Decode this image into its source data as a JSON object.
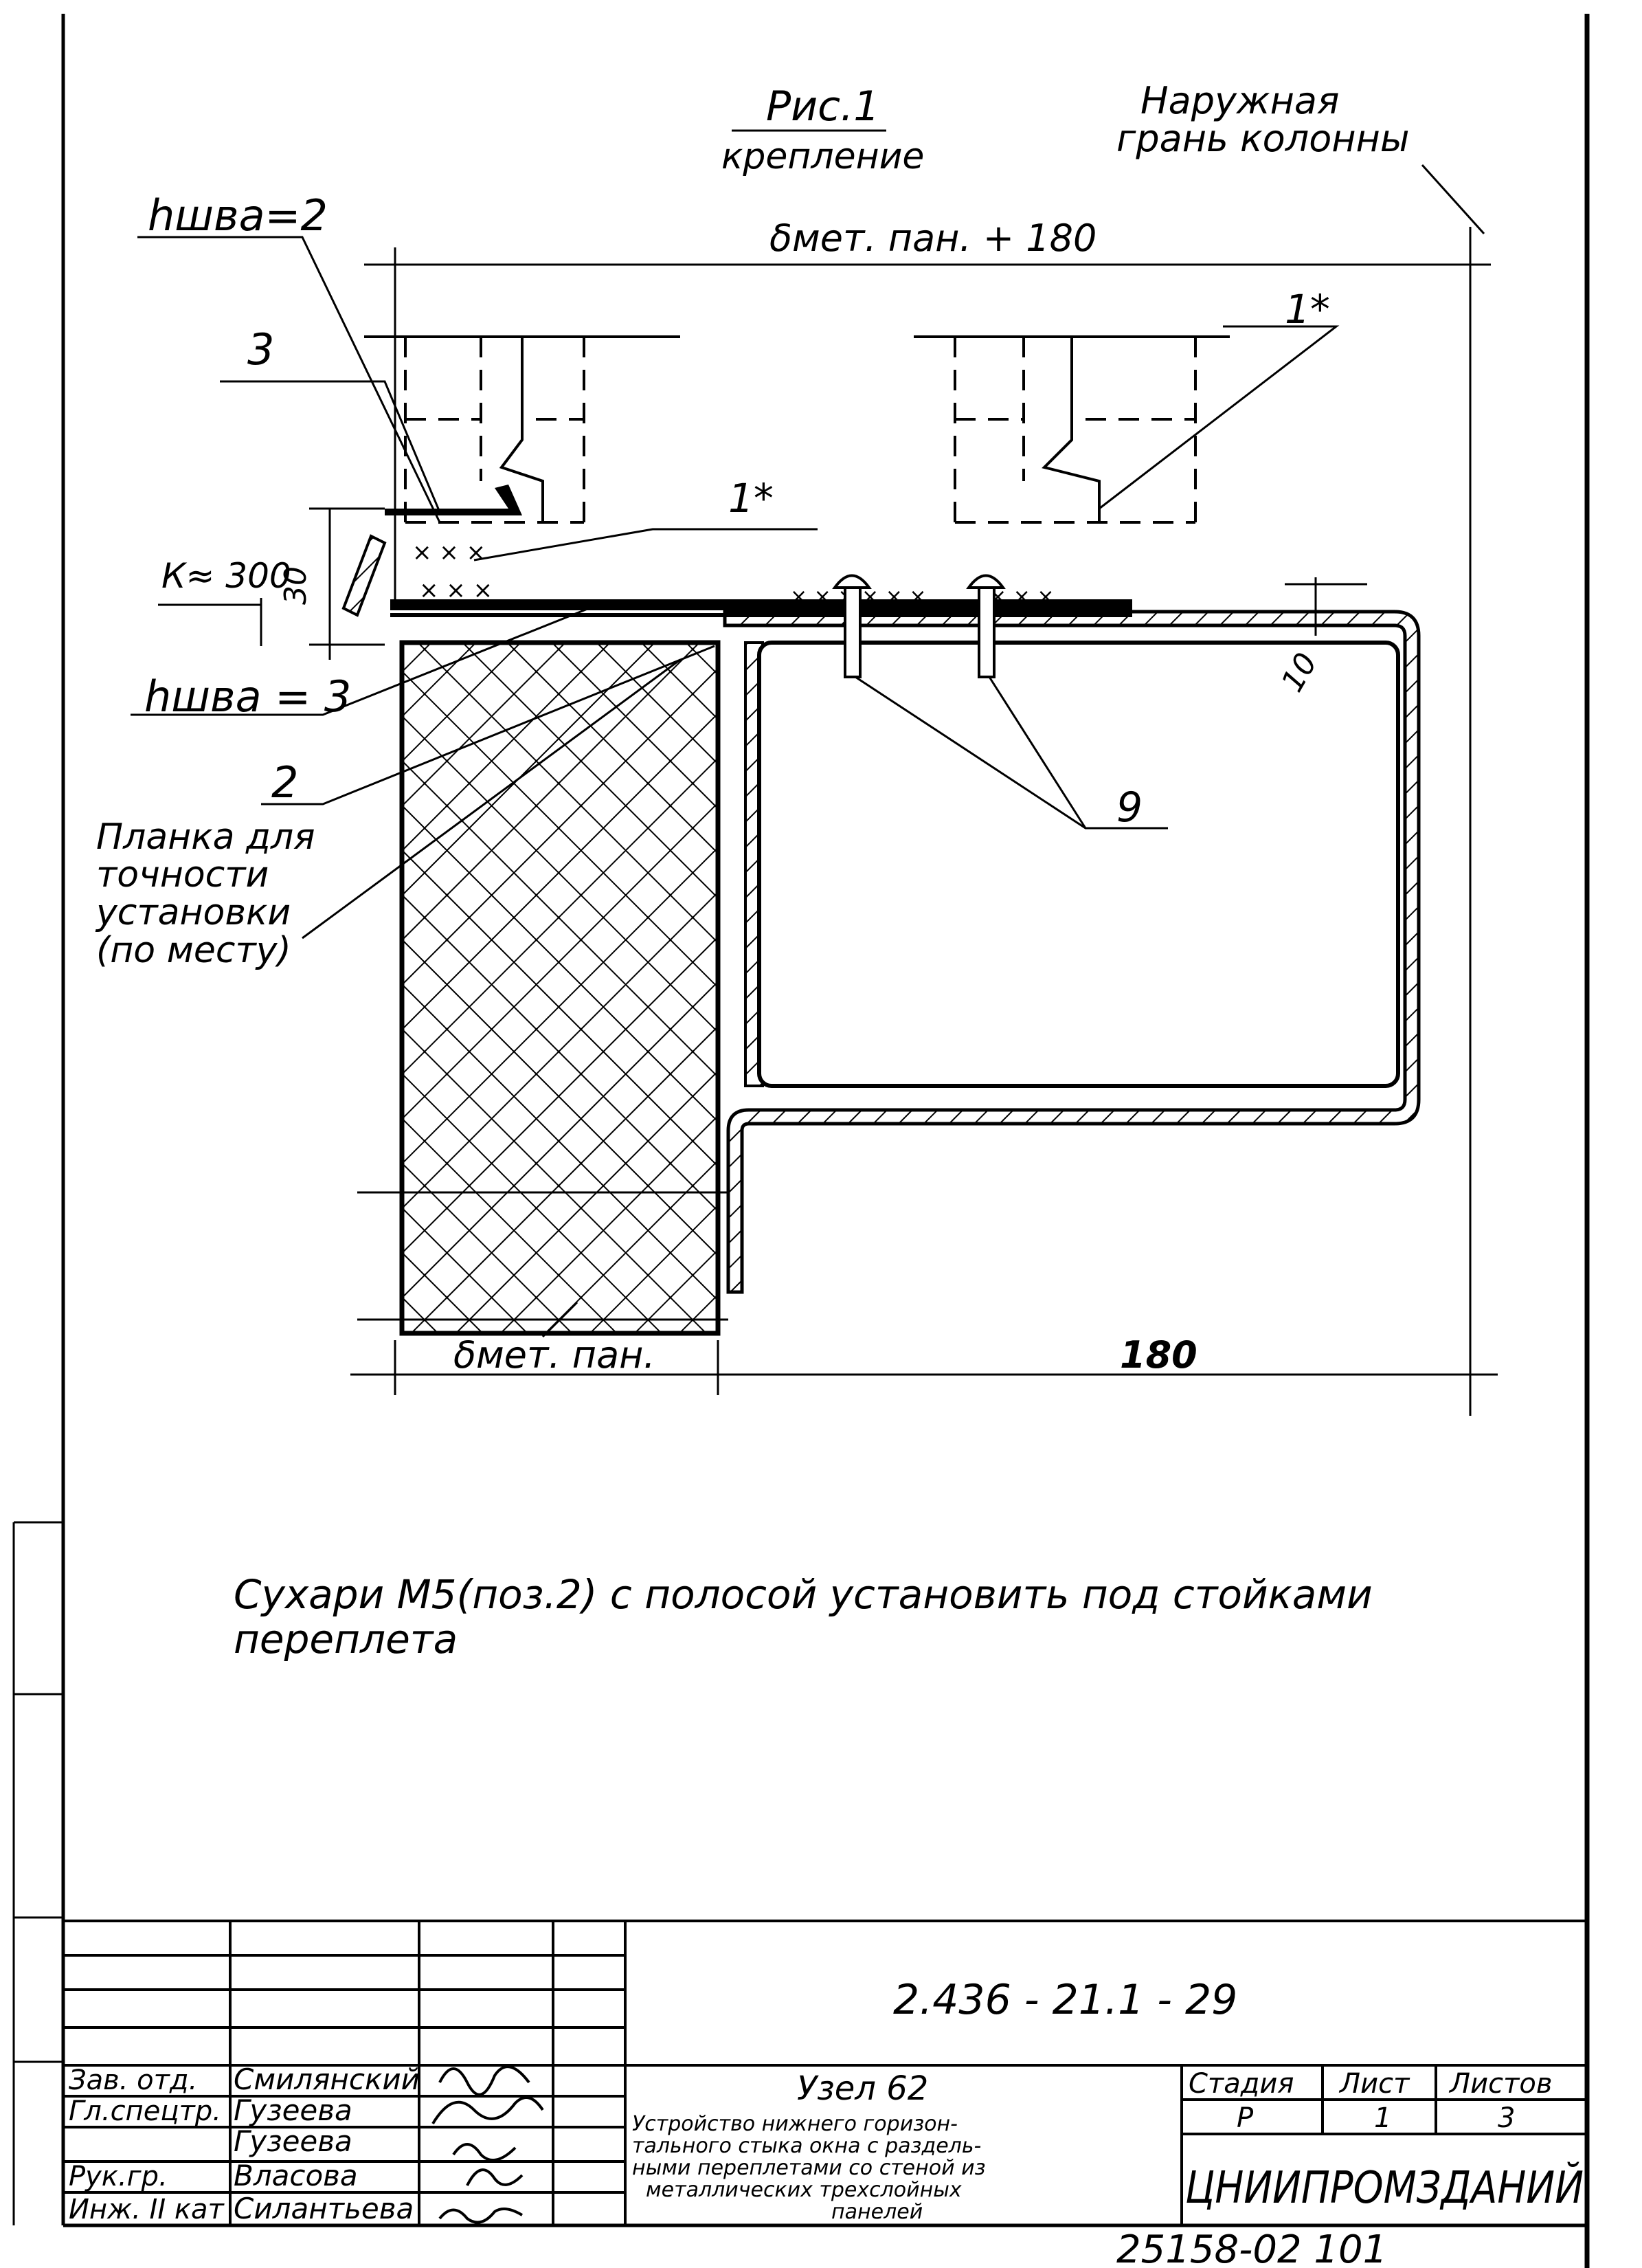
{
  "figure": {
    "title": "Рис.1",
    "subtitle": "крепление",
    "outer_face_label_line1": "Наружная",
    "outer_face_label_line2": "грань колонны",
    "dim_top": "δмет. пан. + 180",
    "weld_top": "hшва=2",
    "weld_bottom": "hшва = 3",
    "pos_3": "3",
    "pos_1a": "1*",
    "pos_1b": "1*",
    "pos_2": "2",
    "pos_9": "9",
    "dim_k": "К≈ 300",
    "dim_30": "30",
    "dim_10": "10",
    "plank_line1": "Планка для",
    "plank_line2": "точности",
    "plank_line3": "установки",
    "plank_line4": "(по месту)",
    "dim_bottom_left": "δмет. пан.",
    "dim_bottom_right": "180"
  },
  "note": {
    "line1": "Сухари М5(поз.2) с полосой установить под стойками",
    "line2": "переплета"
  },
  "title_block": {
    "doc_code": "2.436 - 21.1 - 29",
    "roles": [
      "Зав. отд.",
      "Гл.спецтр.",
      "",
      "Рук.гр.",
      "Инж. II кат"
    ],
    "names": [
      "Смилянский",
      "Гузеева",
      "Гузеева",
      "Власова",
      "Силантьева"
    ],
    "node_title": "Узел 62",
    "desc_line1": "Устройство нижнего горизон-",
    "desc_line2": "тального стыка окна с раздель-",
    "desc_line3": "ными переплетами со стеной из",
    "desc_line4": "металлических трехслойных",
    "desc_line5": "панелей",
    "stage_label": "Стадия",
    "sheet_label": "Лист",
    "sheets_label": "Листов",
    "stage_value": "Р",
    "sheet_value": "1",
    "sheets_value": "3",
    "org": "ЦНИИПРОМЗДАНИЙ"
  },
  "footer_number": "25158-02 101"
}
